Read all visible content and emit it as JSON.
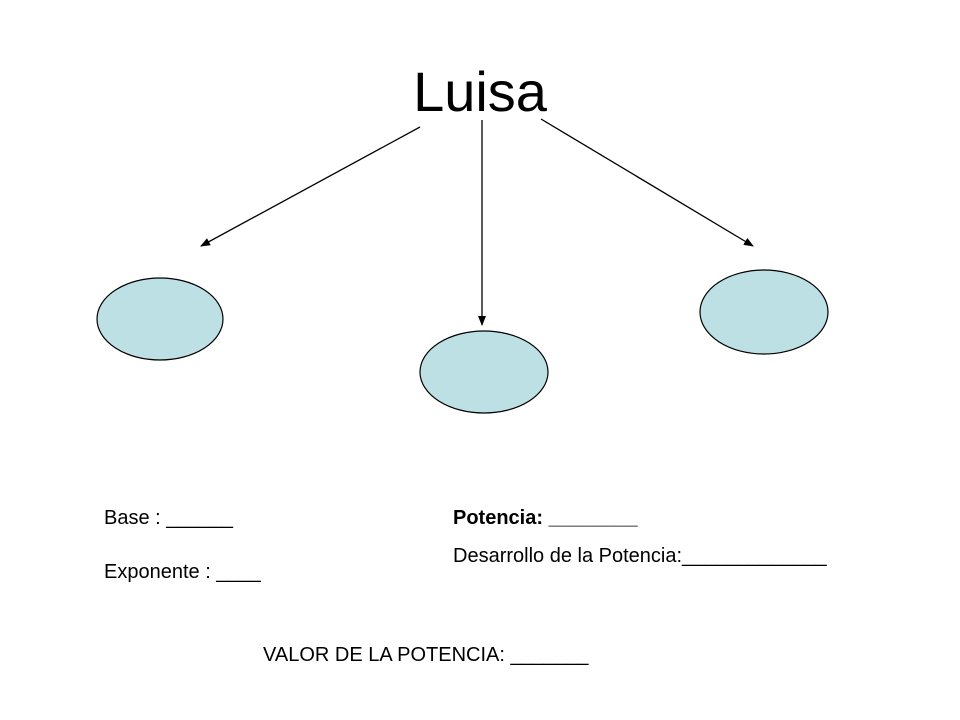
{
  "title": "Luisa",
  "colors": {
    "circle_fill": "#bde0e4",
    "circle_stroke": "#000000",
    "arrow": "#000000"
  },
  "fields": {
    "base": "Base : ______",
    "exponente": "Exponente : ____",
    "potencia": "Potencia: ________",
    "desarrollo": "Desarrollo de la Potencia:_____________",
    "valor": "VALOR DE LA POTENCIA: _______"
  }
}
